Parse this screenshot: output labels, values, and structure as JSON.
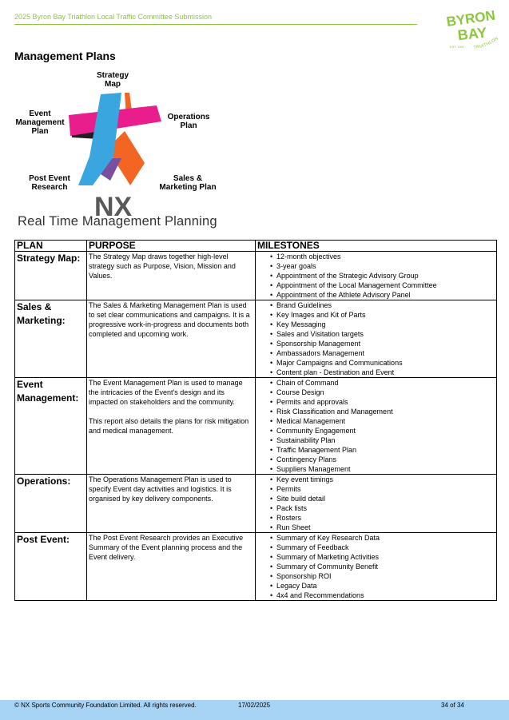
{
  "header": {
    "title": "2025 Byron Bay Triathlon Local Traffic Committee Submission",
    "logo": {
      "line1": "BYRON",
      "line2": "BAY",
      "est": "EST. 1987",
      "word": "TRIATHLON",
      "color": "#8cc63f"
    }
  },
  "page_title": "Management Plans",
  "diagram": {
    "labels": {
      "strategy": [
        "Strategy",
        "Map"
      ],
      "operations": [
        "Operations",
        "Plan"
      ],
      "event": [
        "Event",
        "Management",
        "Plan"
      ],
      "post": [
        "Post Event",
        "Research"
      ],
      "sales": [
        "Sales &",
        "Marketing Plan"
      ]
    },
    "logo_text": "NX",
    "tagline": "Real Time Management Planning",
    "colors": {
      "magenta": "#e91e8c",
      "blue": "#3aa6e0",
      "orange": "#f26522",
      "purple": "#7a4fa0",
      "black": "#231f20",
      "grey": "#58595b"
    }
  },
  "table": {
    "headers": {
      "plan": "PLAN",
      "purpose": "PURPOSE",
      "milestones": "MILESTONES"
    },
    "rows": [
      {
        "plan": "Strategy Map:",
        "purpose": [
          "The Strategy Map draws together high-level strategy such as Purpose, Vision, Mission and Values."
        ],
        "milestones": [
          "12-month objectives",
          "3-year goals",
          "Appointment of the Strategic Advisory Group",
          "Appointment of the Local Management Committee",
          "Appointment of the Athlete Advisory Panel"
        ]
      },
      {
        "plan": "Sales & Marketing:",
        "purpose": [
          "The Sales & Marketing Management Plan is used to set clear communications and campaigns.  It is a progressive work-in-progress and documents both completed and upcoming work."
        ],
        "milestones": [
          "Brand Guidelines",
          "Key Images and Kit of Parts",
          "Key Messaging",
          "Sales and Visitation targets",
          "Sponsorship Management",
          "Ambassadors Management",
          "Major Campaigns and Communications",
          "Content plan - Destination and Event"
        ]
      },
      {
        "plan": "Event Management:",
        "purpose": [
          "The Event Management Plan is used to manage the intricacies of the Event's design and its impacted on stakeholders and the community.",
          "This report also details the plans for risk mitigation and medical management."
        ],
        "milestones": [
          "Chain of Command",
          "Course Design",
          "Permits and approvals",
          "Risk Classification and Management",
          "Medical Management",
          "Community Engagement",
          "Sustainability Plan",
          "Traffic Management Plan",
          "Contingency Plans",
          "Suppliers Management"
        ]
      },
      {
        "plan": "Operations:",
        "purpose": [
          "The Operations Management Plan is used to specify Event day activities and logistics.  It is organised by key delivery components."
        ],
        "milestones": [
          "Key event timings",
          "Permits",
          "Site build detail",
          "Pack lists",
          "Rosters",
          "Run Sheet"
        ]
      },
      {
        "plan": "Post Event:",
        "purpose": [
          "The Post Event Research provides an Executive Summary of the Event planning process and the Event delivery."
        ],
        "milestones": [
          "Summary of Key Research Data",
          "Summary of Feedback",
          "Summary of Marketing Activities",
          "Summary of Community Benefit",
          "Sponsorship ROI",
          "Legacy Data",
          "4x4 and Recommendations"
        ]
      }
    ]
  },
  "footer": {
    "copyright": "© NX Sports Community Foundation Limited. All rights reserved.",
    "date": "17/02/2025",
    "page": "34 of 34",
    "band_color": "#a7d3f5"
  }
}
